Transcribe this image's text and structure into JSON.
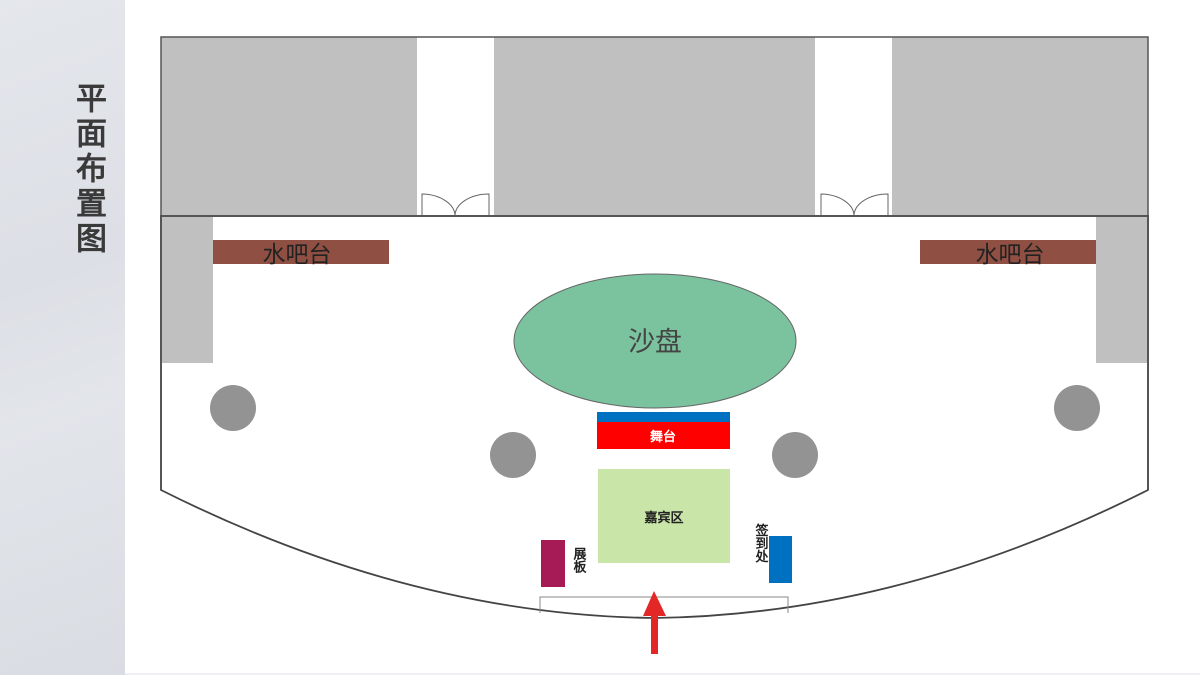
{
  "slide": {
    "title": "平面布置图",
    "colors": {
      "sidebar_bg": "#dfe2e7",
      "room_gray": "#c0c0c0",
      "wall_line": "#555555",
      "bar_counter": "#8f4f42",
      "sand_table": "#7bc39e",
      "stage_red": "#ff0000",
      "stage_blue": "#0070c0",
      "guest_area": "#c9e6a8",
      "display_board": "#a61b56",
      "signin_desk": "#0070c0",
      "pillar": "#939393",
      "entrance_arrow": "#e32626"
    }
  },
  "floorplan": {
    "bar_left": {
      "label": "水吧台"
    },
    "bar_right": {
      "label": "水吧台"
    },
    "sand_table": {
      "label": "沙盘"
    },
    "stage": {
      "label": "舞台"
    },
    "guest_area": {
      "label": "嘉宾区"
    },
    "display_board": {
      "label": "展板"
    },
    "signin_desk": {
      "label": "签到处"
    },
    "doors": [
      "door-left",
      "door-right"
    ],
    "pillars": 4,
    "entrance": {
      "direction": "up"
    }
  }
}
